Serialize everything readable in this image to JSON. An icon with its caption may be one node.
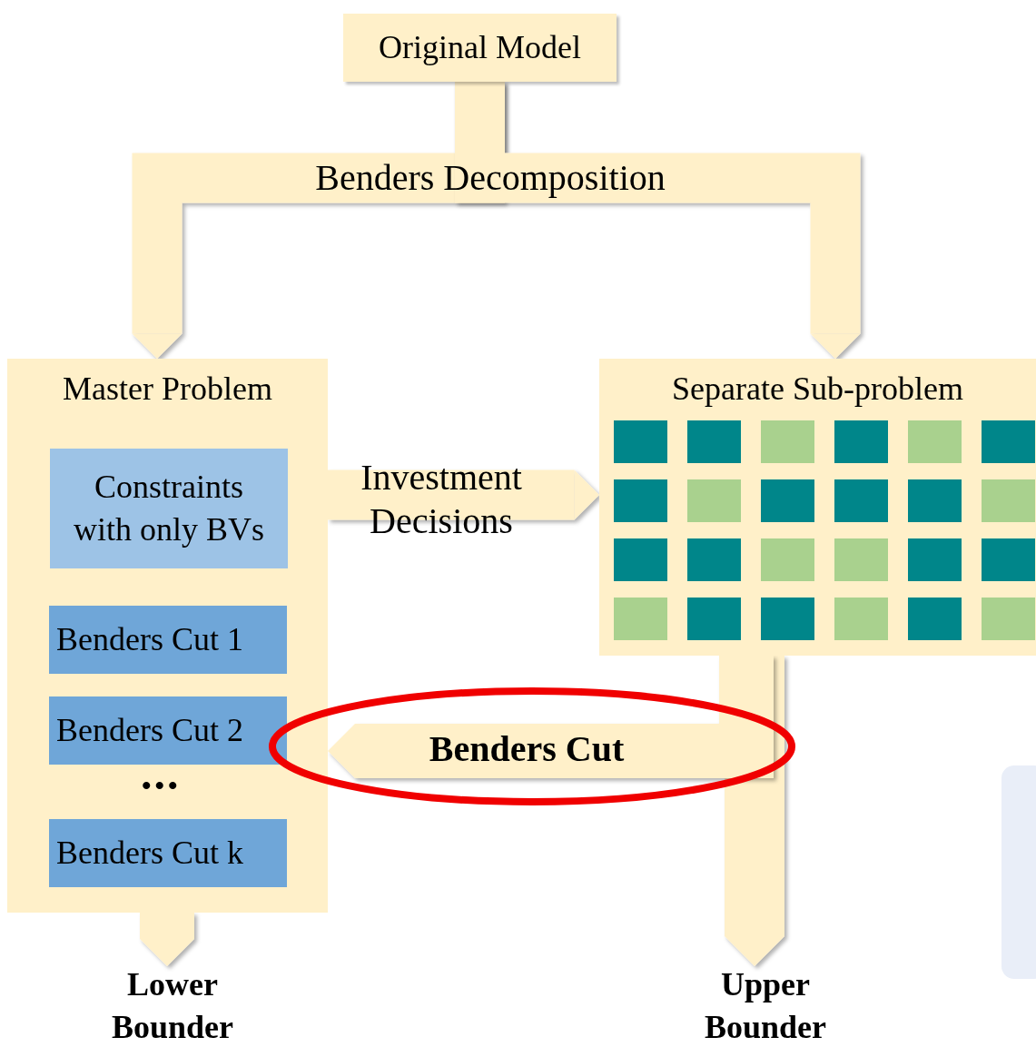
{
  "diagram": {
    "nodes": [
      {
        "text": [
          "Original Model"
        ]
      },
      {
        "text": [
          "Master Problem"
        ]
      },
      {
        "text": [
          "Constraints with only BVs"
        ],
        "in": 1
      },
      {
        "text": [
          "Benders Cut 1"
        ],
        "in": 1
      },
      {
        "text": [
          "Benders Cut 2"
        ],
        "in": 1
      },
      {
        "text": [
          "Benders Cut k"
        ],
        "in": 1
      },
      {
        "text": [
          "Separate Sub-problem"
        ]
      },
      {
        "text": [
          "Lower Bounder"
        ]
      },
      {
        "text": [
          "Upper Bounder"
        ]
      }
    ],
    "edges": [
      {
        "from": 0,
        "to": 1,
        "arrow": "to",
        "label": "Benders Decomposition"
      },
      {
        "from": 0,
        "to": 6,
        "arrow": "to"
      },
      {
        "from": 1,
        "to": 6,
        "arrow": "to",
        "label": "Investment Decisions"
      },
      {
        "from": 6,
        "to": 1,
        "arrow": "to",
        "label": "Benders Cut"
      },
      {
        "from": 1,
        "to": 7,
        "arrow": "to"
      },
      {
        "from": 6,
        "to": 8,
        "arrow": "to"
      }
    ],
    "labels": [
      "•••"
    ]
  }
}
